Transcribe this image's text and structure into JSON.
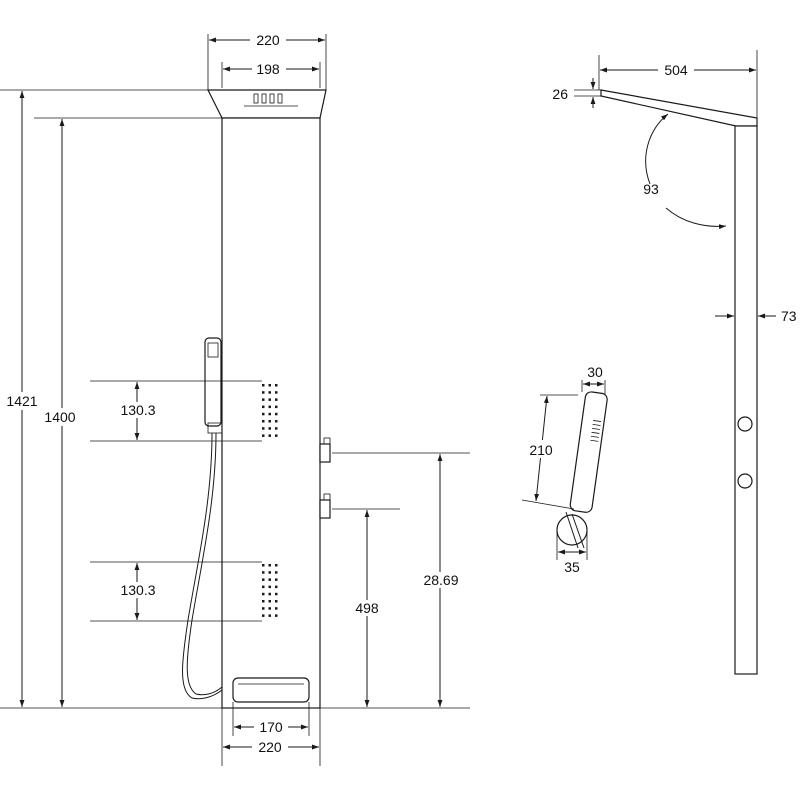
{
  "front_view": {
    "top_width_outer": "220",
    "top_width_inner": "198",
    "total_height": "1421",
    "panel_height": "1400",
    "jet_spacing_upper": "130.3",
    "jet_spacing_lower": "130.3",
    "outlet_height_upper": "28.69",
    "outlet_height_lower": "498",
    "shelf_width": "170",
    "bottom_width": "220"
  },
  "side_view": {
    "head_projection": "504",
    "head_thickness": "26",
    "tilt_angle": "93",
    "panel_depth": "73"
  },
  "hand_shower": {
    "head_width": "30",
    "handle_length": "210",
    "holder_diameter": "35"
  }
}
